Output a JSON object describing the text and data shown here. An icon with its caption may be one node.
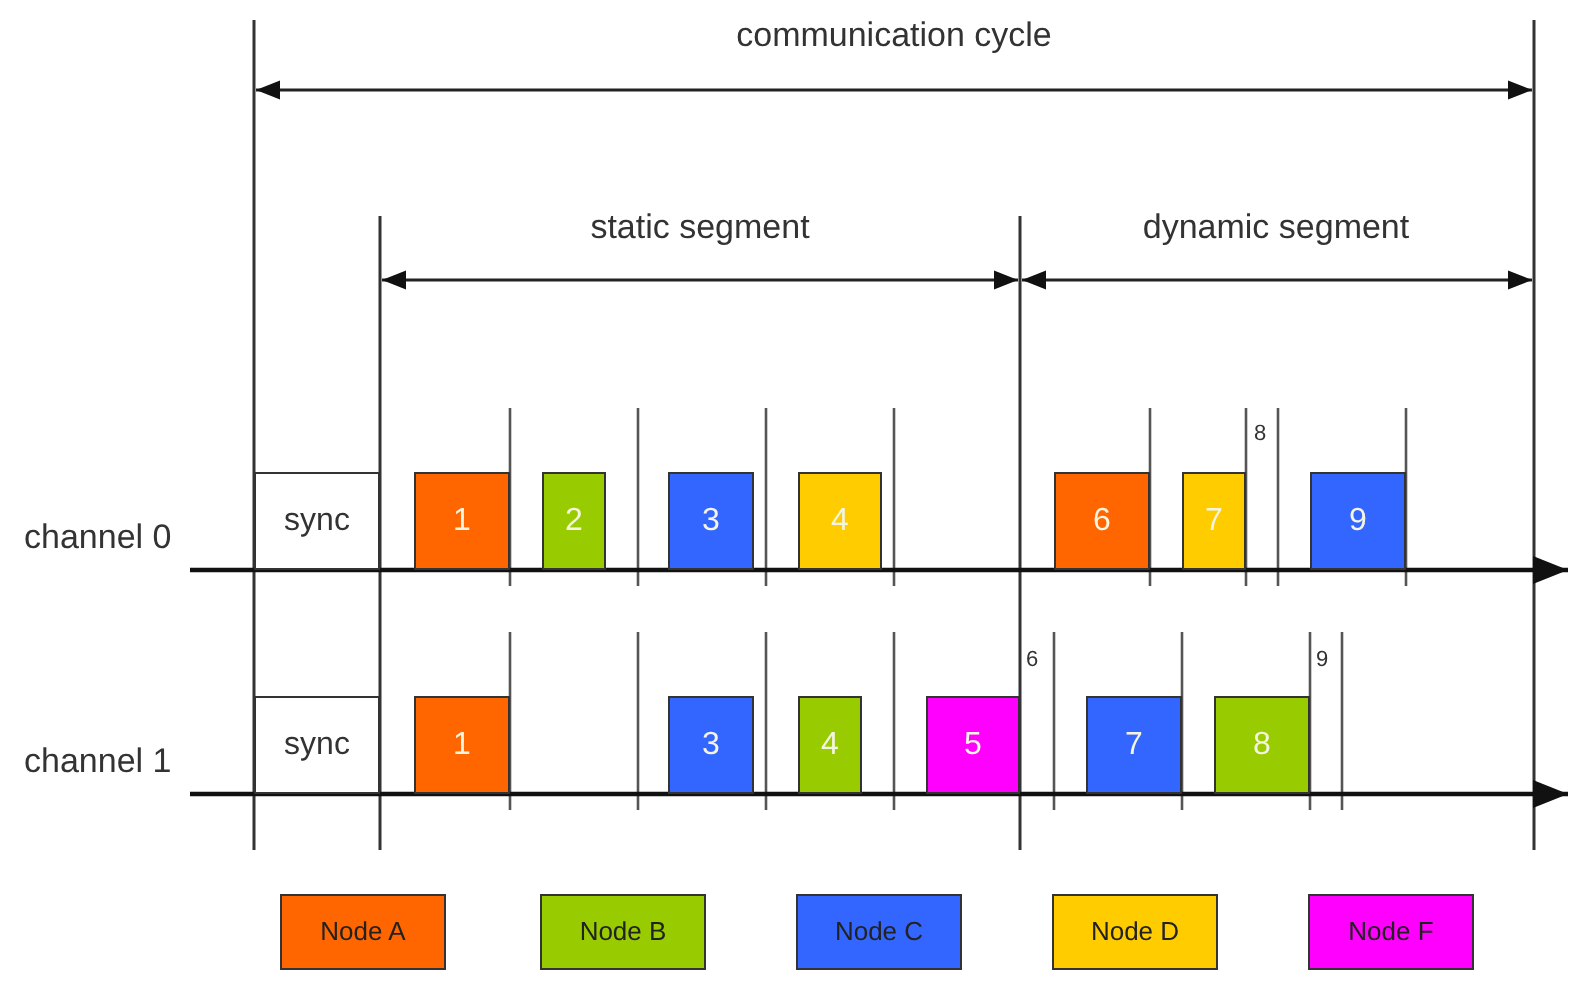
{
  "diagram": {
    "nodes": [
      {
        "text": [
          "sync"
        ]
      },
      {
        "text": [
          "1"
        ]
      },
      {
        "text": [
          "2"
        ]
      },
      {
        "text": [
          "3"
        ]
      },
      {
        "text": [
          "4"
        ]
      },
      {
        "text": [
          "6"
        ]
      },
      {
        "text": [
          "7"
        ]
      },
      {
        "text": [
          "9"
        ]
      },
      {
        "text": [
          "sync"
        ]
      },
      {
        "text": [
          "1"
        ]
      },
      {
        "text": [
          "3"
        ]
      },
      {
        "text": [
          "4"
        ]
      },
      {
        "text": [
          "5"
        ]
      },
      {
        "text": [
          "7"
        ]
      },
      {
        "text": [
          "8"
        ]
      }
    ],
    "edges": [],
    "labels": [
      "communication cycle",
      "static segment",
      "dynamic segment",
      "8",
      "channel 0",
      "6",
      "9",
      "channel 1"
    ],
    "legend": [
      {
        "text": "Node A",
        "color": "#ff6600"
      },
      {
        "text": "Node B",
        "color": "#99cc00"
      },
      {
        "text": "Node C",
        "color": "#3366ff"
      },
      {
        "text": "Node D",
        "color": "#ffcc00"
      },
      {
        "text": "Node F",
        "color": "#ff00ff"
      }
    ]
  }
}
